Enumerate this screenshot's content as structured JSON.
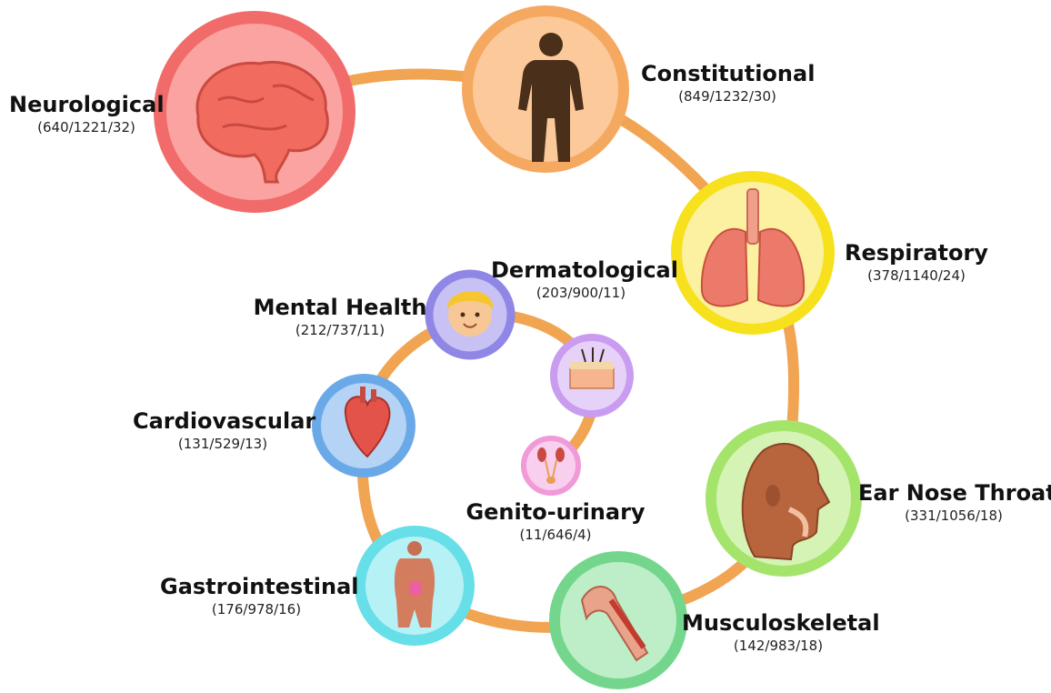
{
  "categories": [
    {
      "key": "neurological",
      "name": "Neurological",
      "counts": "(640/1221/32)",
      "ring": "#f26b6b",
      "fill": "#fba3a0"
    },
    {
      "key": "constitutional",
      "name": "Constitutional",
      "counts": "(849/1232/30)",
      "ring": "#f5a85f",
      "fill": "#fcc99a"
    },
    {
      "key": "respiratory",
      "name": "Respiratory",
      "counts": "(378/1140/24)",
      "ring": "#f7e11d",
      "fill": "#fbf1a0"
    },
    {
      "key": "ear-nose-throat",
      "name": "Ear Nose Throat",
      "counts": "(331/1056/18)",
      "ring": "#a4e46a",
      "fill": "#d5f3b5"
    },
    {
      "key": "musculoskeletal",
      "name": "Musculoskeletal",
      "counts": "(142/983/18)",
      "ring": "#74d68d",
      "fill": "#bdeec7"
    },
    {
      "key": "gastrointestinal",
      "name": "Gastrointestinal",
      "counts": "(176/978/16)",
      "ring": "#66dfe8",
      "fill": "#b5f1f5"
    },
    {
      "key": "cardiovascular",
      "name": "Cardiovascular",
      "counts": "(131/529/13)",
      "ring": "#6aa9e8",
      "fill": "#b4d3f5"
    },
    {
      "key": "mental-health",
      "name": "Mental Health",
      "counts": "(212/737/11)",
      "ring": "#8f86e6",
      "fill": "#c7c2f3"
    },
    {
      "key": "dermatological",
      "name": "Dermatological",
      "counts": "(203/900/11)",
      "ring": "#c99cf0",
      "fill": "#e6d2f8"
    },
    {
      "key": "genito-urinary",
      "name": "Genito-urinary",
      "counts": "(11/646/4)",
      "ring": "#f09ad8",
      "fill": "#f8cfee"
    }
  ],
  "colors": {
    "path": "#f1a452"
  }
}
